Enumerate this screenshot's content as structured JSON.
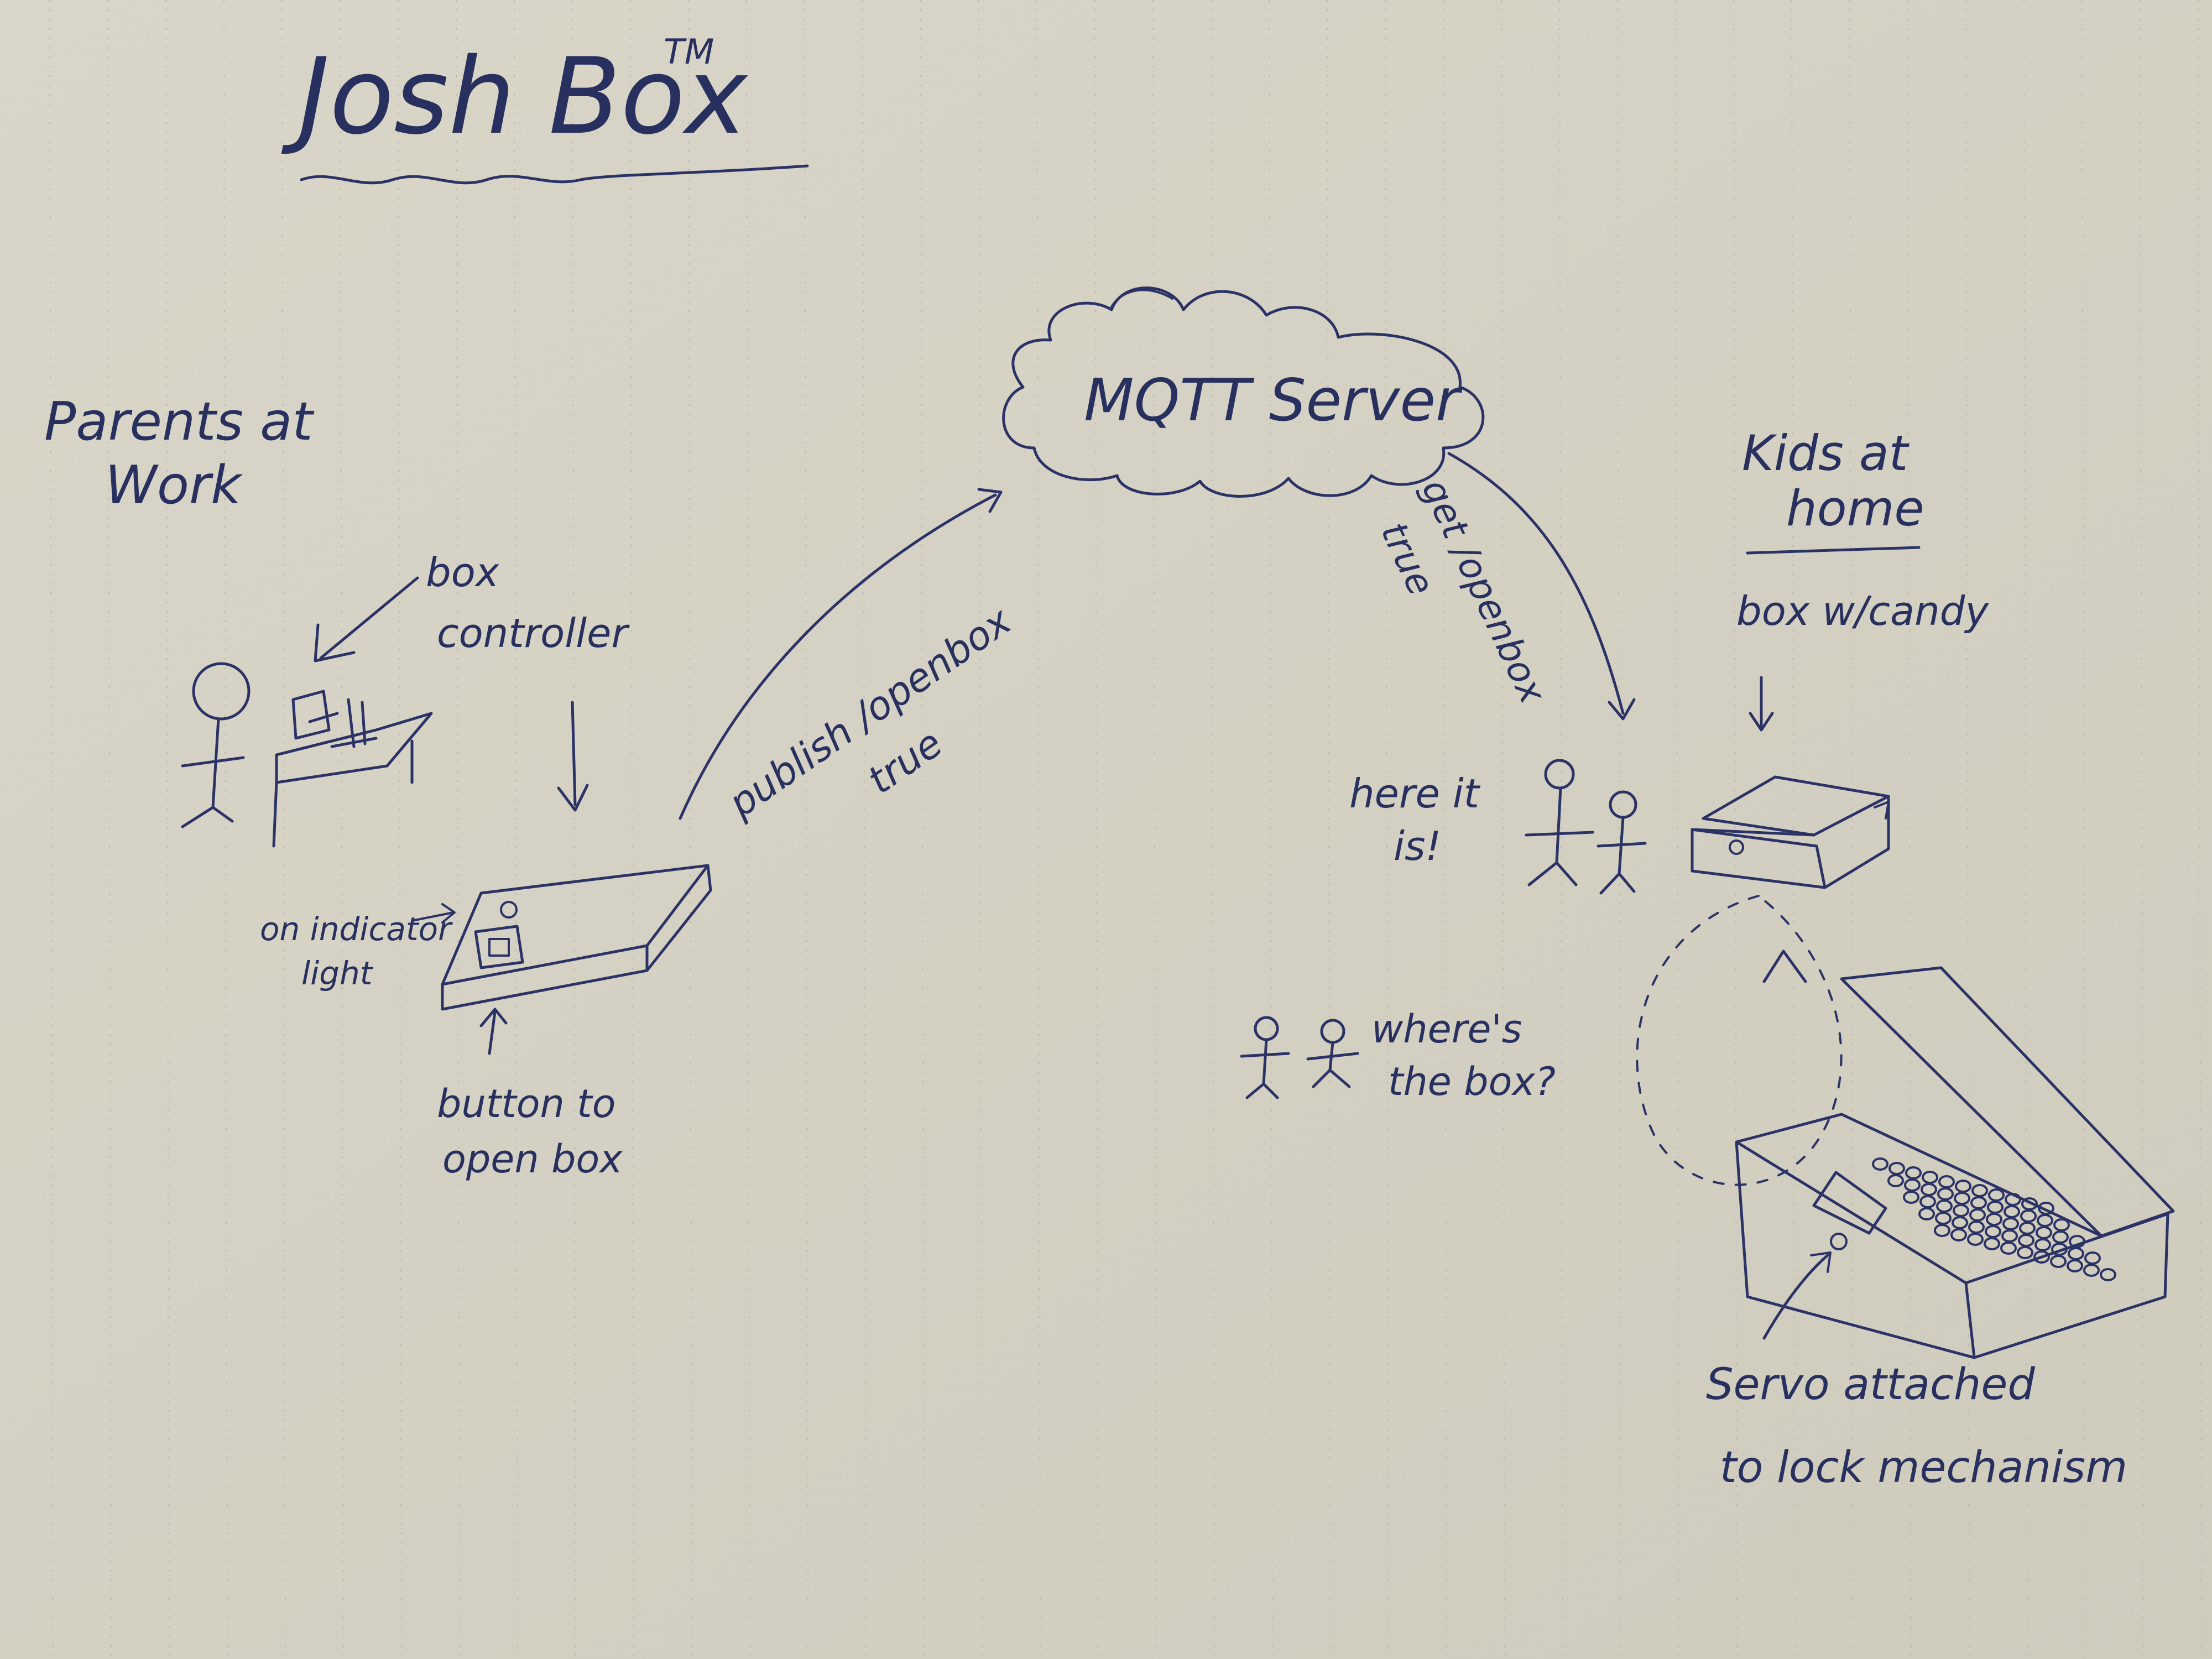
{
  "title": "Josh Box",
  "trademark": "TM",
  "labels": {
    "parents_at_work": [
      "Parents at",
      "Work"
    ],
    "box_controller": [
      "box",
      "controller"
    ],
    "indicator_light": [
      "on indicator",
      "light"
    ],
    "button": [
      "button to",
      "open box"
    ],
    "publish": [
      "publish /openbox",
      "true"
    ],
    "mqtt_server": "MQTT Server",
    "get": [
      "get /openbox",
      "true"
    ],
    "kids_at_home": [
      "Kids at",
      "home"
    ],
    "box_with_candy": "box w/candy",
    "here_it_is": [
      "here it",
      "is!"
    ],
    "wheres_the_box": [
      "where's",
      "the box?"
    ],
    "servo": [
      "Servo attached",
      "to lock mechanism"
    ]
  }
}
